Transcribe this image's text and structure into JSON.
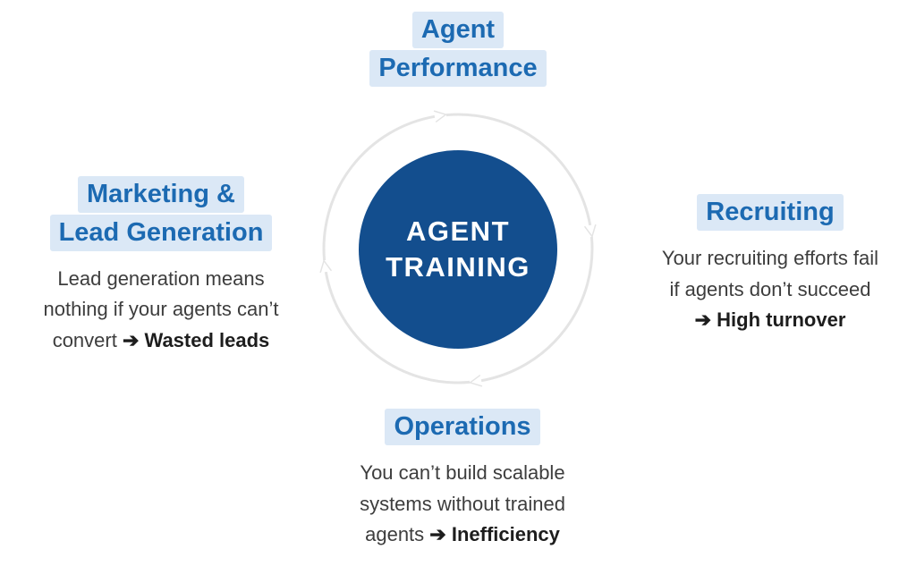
{
  "colors": {
    "accent": "#1c6ab2",
    "highlight": "#dbe8f6",
    "circle": "#134e8e",
    "body": "#3d3d3d",
    "bold": "#1d1d1d",
    "arrow": "#e4e4e4"
  },
  "center": {
    "lines": [
      "AGENT",
      "TRAINING"
    ]
  },
  "top": {
    "title_lines": [
      "Agent",
      "Performance"
    ]
  },
  "left": {
    "title_lines": [
      "Marketing &",
      "Lead Generation"
    ],
    "lines": [
      "Lead generation means",
      "nothing if your agents can’t"
    ],
    "last_normal": "convert ",
    "last_bold": "➔ Wasted leads"
  },
  "right": {
    "title": "Recruiting",
    "lines": [
      "Your recruiting efforts fail",
      "if agents don’t succeed"
    ],
    "last_normal": "",
    "last_bold": "➔ High turnover"
  },
  "bottom": {
    "title": "Operations",
    "lines": [
      "You can’t build scalable",
      "systems without trained"
    ],
    "last_normal": "agents ",
    "last_bold": "➔ Inefficiency"
  }
}
